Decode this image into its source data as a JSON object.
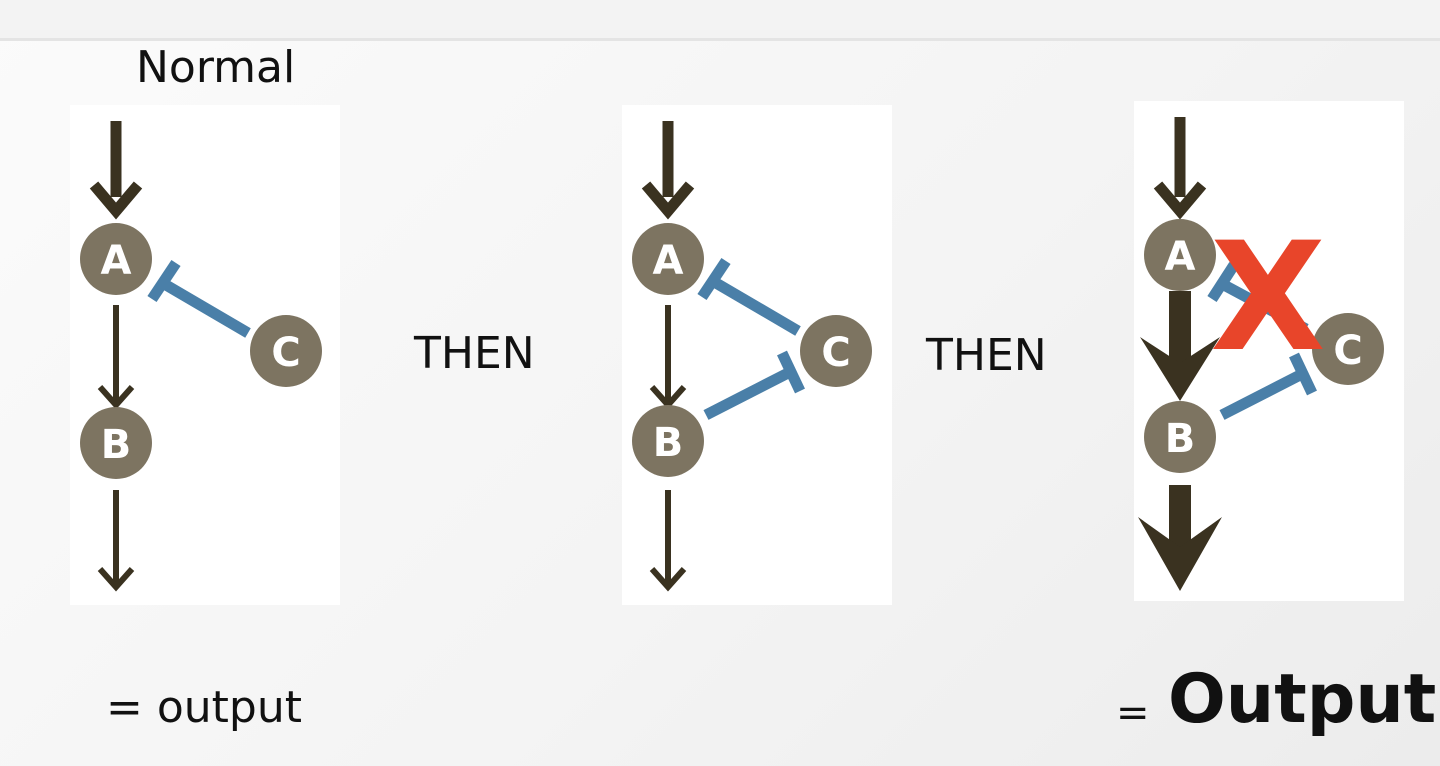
{
  "title": "Normal",
  "connector_label": "THEN",
  "connector_label_2": "THEN",
  "result_normal": "= output",
  "result_final_prefix": "=",
  "result_final": "Output",
  "nodes": {
    "a": "A",
    "b": "B",
    "c": "C"
  },
  "cross_mark": "X",
  "colors": {
    "node": "#7d7461",
    "arrow": "#3a3220",
    "inhibit": "#4a7fa8",
    "cross": "#e8452a"
  }
}
